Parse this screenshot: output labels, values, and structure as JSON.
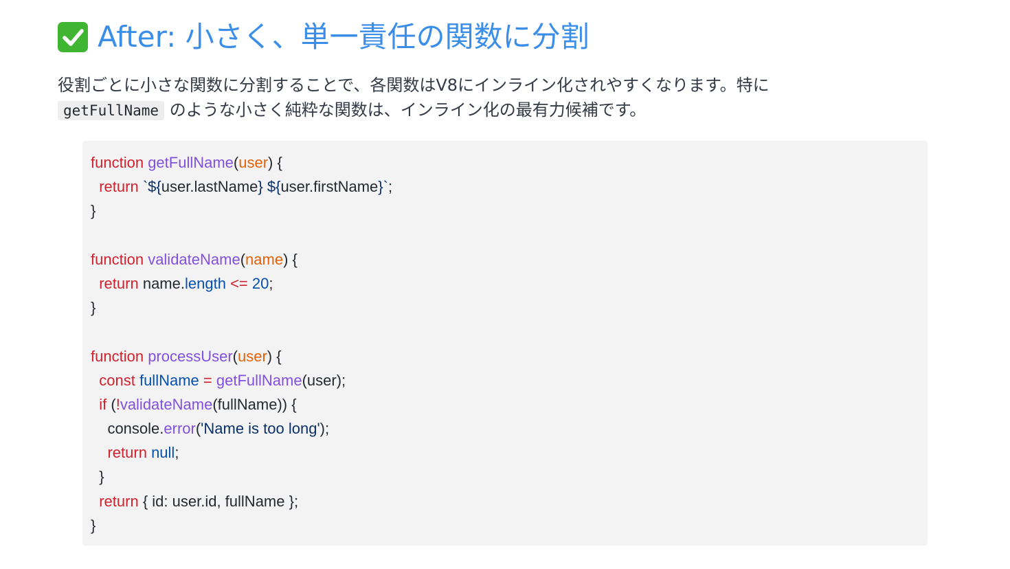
{
  "heading": {
    "icon": "check-mark-button-icon",
    "icon_color": "#3fb531",
    "text": "After: 小さく、単一責任の関数に分割",
    "color": "#3b8ee8"
  },
  "description": {
    "part1": "役割ごとに小さな関数に分割することで、各関数はV8にインライン化されやすくなります。特に",
    "inline_code": "getFullName",
    "part2": " のような小さく純粋な関数は、インライン化の最有力候補です。"
  },
  "code": {
    "language": "javascript",
    "colors": {
      "keyword": "#cf222e",
      "function": "#8250df",
      "param": "#e36209",
      "property": "#0550ae",
      "string": "#0a3069",
      "background": "#f3f3f3"
    },
    "lines": [
      [
        {
          "t": "keyword",
          "v": "function"
        },
        {
          "t": "plain",
          "v": " "
        },
        {
          "t": "function",
          "v": "getFullName"
        },
        {
          "t": "plain",
          "v": "("
        },
        {
          "t": "param",
          "v": "user"
        },
        {
          "t": "plain",
          "v": ") {"
        }
      ],
      [
        {
          "t": "plain",
          "v": "  "
        },
        {
          "t": "keyword",
          "v": "return"
        },
        {
          "t": "plain",
          "v": " "
        },
        {
          "t": "string",
          "v": "`${"
        },
        {
          "t": "plain",
          "v": "user.lastName"
        },
        {
          "t": "string",
          "v": "} ${"
        },
        {
          "t": "plain",
          "v": "user.firstName"
        },
        {
          "t": "string",
          "v": "}`"
        },
        {
          "t": "plain",
          "v": ";"
        }
      ],
      [
        {
          "t": "plain",
          "v": "}"
        }
      ],
      [],
      [
        {
          "t": "keyword",
          "v": "function"
        },
        {
          "t": "plain",
          "v": " "
        },
        {
          "t": "function",
          "v": "validateName"
        },
        {
          "t": "plain",
          "v": "("
        },
        {
          "t": "param",
          "v": "name"
        },
        {
          "t": "plain",
          "v": ") {"
        }
      ],
      [
        {
          "t": "plain",
          "v": "  "
        },
        {
          "t": "keyword",
          "v": "return"
        },
        {
          "t": "plain",
          "v": " name."
        },
        {
          "t": "property",
          "v": "length"
        },
        {
          "t": "plain",
          "v": " "
        },
        {
          "t": "operator",
          "v": "<="
        },
        {
          "t": "plain",
          "v": " "
        },
        {
          "t": "number",
          "v": "20"
        },
        {
          "t": "plain",
          "v": ";"
        }
      ],
      [
        {
          "t": "plain",
          "v": "}"
        }
      ],
      [],
      [
        {
          "t": "keyword",
          "v": "function"
        },
        {
          "t": "plain",
          "v": " "
        },
        {
          "t": "function",
          "v": "processUser"
        },
        {
          "t": "plain",
          "v": "("
        },
        {
          "t": "param",
          "v": "user"
        },
        {
          "t": "plain",
          "v": ") {"
        }
      ],
      [
        {
          "t": "plain",
          "v": "  "
        },
        {
          "t": "keyword",
          "v": "const"
        },
        {
          "t": "plain",
          "v": " "
        },
        {
          "t": "property",
          "v": "fullName"
        },
        {
          "t": "plain",
          "v": " "
        },
        {
          "t": "operator",
          "v": "="
        },
        {
          "t": "plain",
          "v": " "
        },
        {
          "t": "function",
          "v": "getFullName"
        },
        {
          "t": "plain",
          "v": "(user);"
        }
      ],
      [
        {
          "t": "plain",
          "v": "  "
        },
        {
          "t": "keyword",
          "v": "if"
        },
        {
          "t": "plain",
          "v": " ("
        },
        {
          "t": "operator",
          "v": "!"
        },
        {
          "t": "function",
          "v": "validateName"
        },
        {
          "t": "plain",
          "v": "(fullName)) {"
        }
      ],
      [
        {
          "t": "plain",
          "v": "    console."
        },
        {
          "t": "function",
          "v": "error"
        },
        {
          "t": "plain",
          "v": "("
        },
        {
          "t": "string",
          "v": "'Name is too long'"
        },
        {
          "t": "plain",
          "v": ");"
        }
      ],
      [
        {
          "t": "plain",
          "v": "    "
        },
        {
          "t": "keyword",
          "v": "return"
        },
        {
          "t": "plain",
          "v": " "
        },
        {
          "t": "property",
          "v": "null"
        },
        {
          "t": "plain",
          "v": ";"
        }
      ],
      [
        {
          "t": "plain",
          "v": "  }"
        }
      ],
      [
        {
          "t": "plain",
          "v": "  "
        },
        {
          "t": "keyword",
          "v": "return"
        },
        {
          "t": "plain",
          "v": " { id: user.id, fullName };"
        }
      ],
      [
        {
          "t": "plain",
          "v": "}"
        }
      ]
    ]
  }
}
